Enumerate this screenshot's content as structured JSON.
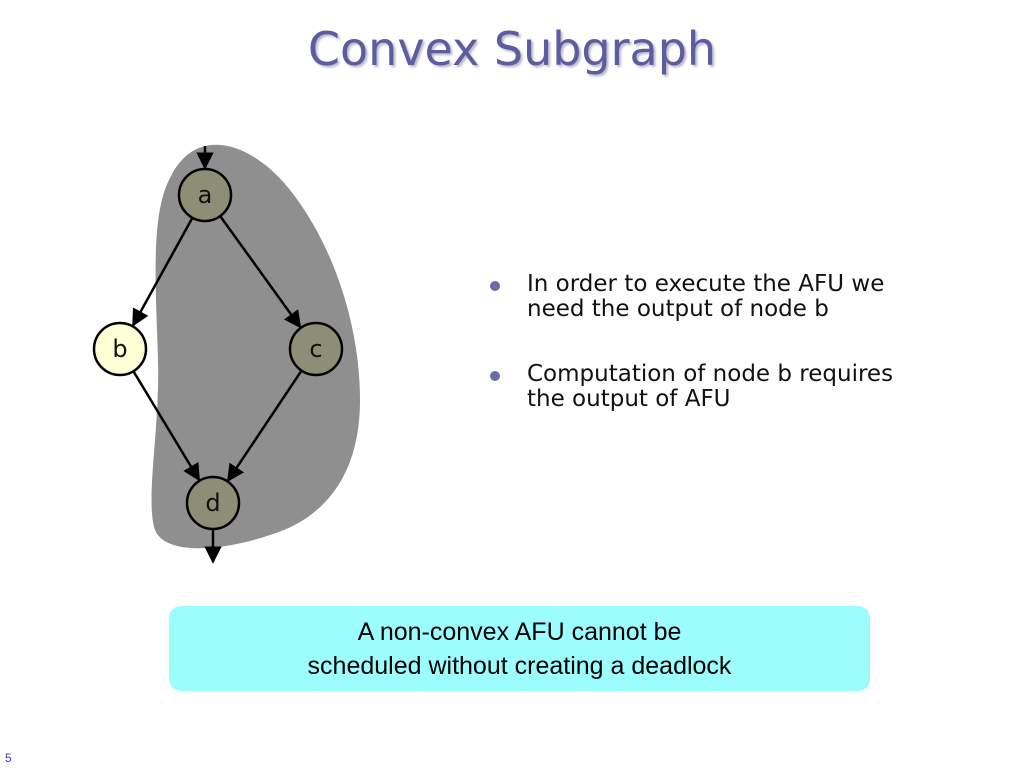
{
  "slide": {
    "title": "Convex Subgraph",
    "page_number": "5"
  },
  "diagram": {
    "nodes": [
      {
        "id": "a",
        "label": "a",
        "fill": "#8e8e76"
      },
      {
        "id": "b",
        "label": "b",
        "fill": "#ffffd6"
      },
      {
        "id": "c",
        "label": "c",
        "fill": "#8e8e76"
      },
      {
        "id": "d",
        "label": "d",
        "fill": "#8e8e76"
      }
    ],
    "edges": [
      [
        "a",
        "b"
      ],
      [
        "a",
        "c"
      ],
      [
        "b",
        "d"
      ],
      [
        "c",
        "d"
      ]
    ],
    "afu_region_color": "#8f8f8f"
  },
  "bullets": [
    {
      "line1": "In order to execute the AFU we",
      "line2": "need the output of node b"
    },
    {
      "line1": "Computation of node b requires",
      "line2": "the output of AFU"
    }
  ],
  "callout": {
    "line1": "A non-convex AFU cannot be",
    "line2": "scheduled without creating a deadlock",
    "color": "#9cfdff"
  }
}
